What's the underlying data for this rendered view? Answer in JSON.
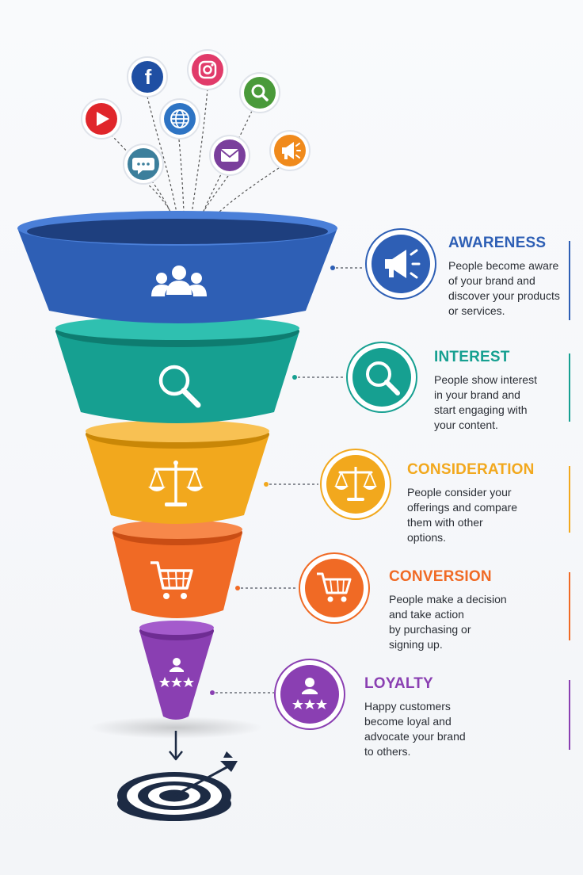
{
  "colors": {
    "awareness": "#2e5fb5",
    "interest": "#16a091",
    "consideration": "#f2a81d",
    "conversion": "#f06a25",
    "loyalty": "#8a3fb2",
    "dark": "#1d2b44"
  },
  "social_icons": [
    {
      "name": "facebook-icon",
      "color": "#1f4fa3"
    },
    {
      "name": "instagram-icon",
      "color": "#e13b6a"
    },
    {
      "name": "search-icon",
      "color": "#4a9a3a"
    },
    {
      "name": "youtube-icon",
      "color": "#e0262b"
    },
    {
      "name": "globe-icon",
      "color": "#2e74c4"
    },
    {
      "name": "chat-icon",
      "color": "#3c7f9c"
    },
    {
      "name": "email-icon",
      "color": "#7a3f9c"
    },
    {
      "name": "megaphone-icon",
      "color": "#f08a1c"
    }
  ],
  "stages": [
    {
      "key": "awareness",
      "title": "AWARENESS",
      "description": "People become aware\nof your brand and\ndiscover your products\nor services.",
      "icon": "megaphone-icon",
      "funnel_icon": "users-icon"
    },
    {
      "key": "interest",
      "title": "INTEREST",
      "description": "People show interest\nin your brand and\nstart engaging with\nyour content.",
      "icon": "search-icon",
      "funnel_icon": "search-icon"
    },
    {
      "key": "consideration",
      "title": "CONSIDERATION",
      "description": "People consider your\nofferings and compare\nthem with other\noptions.",
      "icon": "scale-icon",
      "funnel_icon": "scale-icon"
    },
    {
      "key": "conversion",
      "title": "CONVERSION",
      "description": "People make a decision\nand take action\nby purchasing or\nsigning up.",
      "icon": "cart-icon",
      "funnel_icon": "cart-icon"
    },
    {
      "key": "loyalty",
      "title": "LOYALTY",
      "description": "Happy customers\nbecome loyal and\nadvocate your brand\nto others.",
      "icon": "loyal-customer-icon",
      "funnel_icon": "loyal-customer-icon"
    }
  ],
  "goal_icon": "target-icon"
}
